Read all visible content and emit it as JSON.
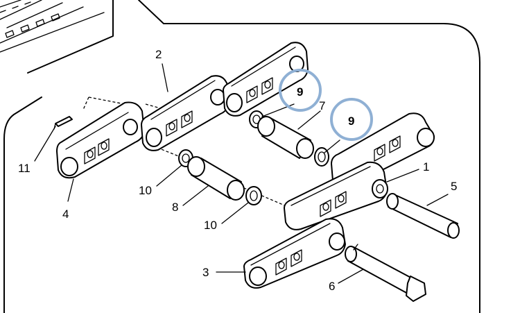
{
  "colors": {
    "highlight_ring": "#8fb0d4",
    "line": "#000000",
    "background": "#ffffff"
  },
  "callouts": {
    "c1": "1",
    "c2": "2",
    "c3": "3",
    "c4": "4",
    "c5": "5",
    "c6": "6",
    "c7": "7",
    "c8": "8",
    "c9a": "9",
    "c9b": "9",
    "c10a": "10",
    "c10b": "10",
    "c11": "11"
  }
}
